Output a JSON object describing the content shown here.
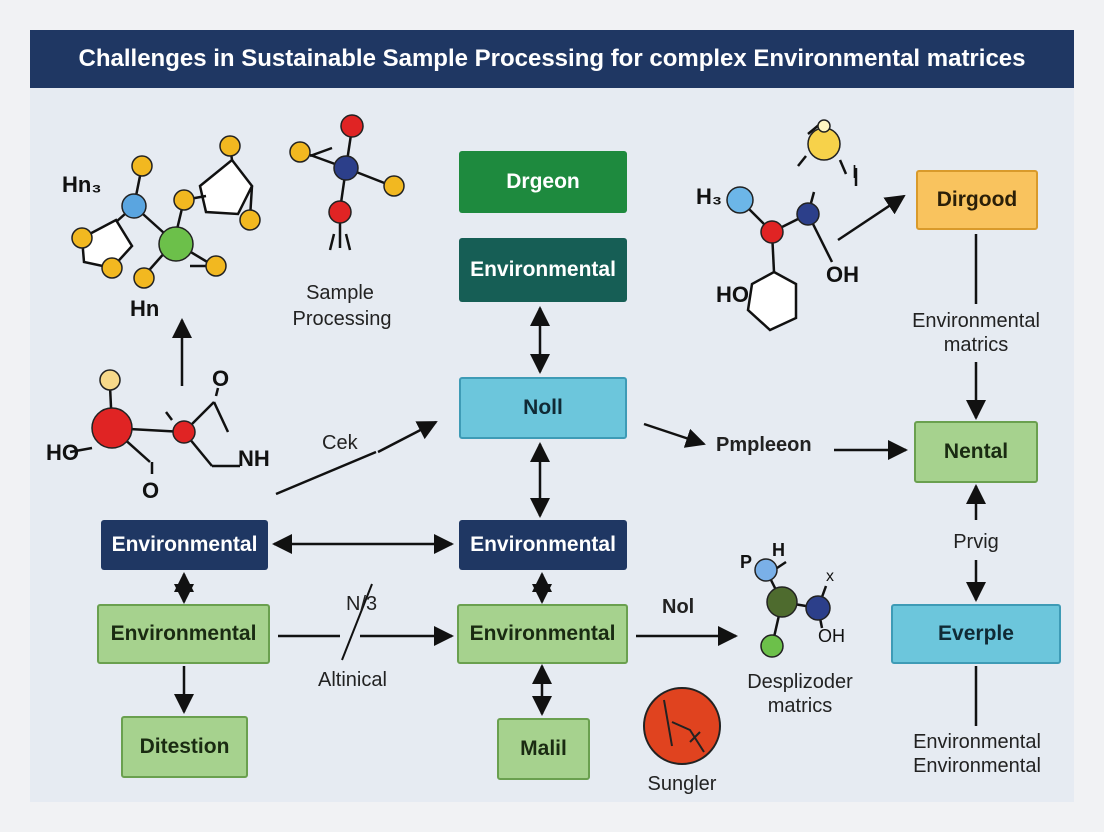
{
  "title": "Challenges in Sustainable Sample Processing for complex Environmental matrices",
  "colors": {
    "navy": "#1f3763",
    "green": "#1e8a3e",
    "teal": "#165e55",
    "light_green": "#a6d28e",
    "cyan": "#6cc6dc",
    "orange": "#f9c35e",
    "panel": "#e6ebf2"
  },
  "boxes": {
    "drgeon": "Drgeon",
    "environmental_top": "Environmental",
    "noll": "Noll",
    "environmental_center": "Environmental",
    "environmental_left": "Environmental",
    "environmental_left_green": "Environmental",
    "environmental_center_green": "Environmental",
    "ditestion": "Ditestion",
    "malil": "Malil",
    "dirgood": "Dirgood",
    "nental": "Nental",
    "everple": "Everple"
  },
  "labels": {
    "sample_processing_1": "Sample",
    "sample_processing_2": "Processing",
    "cek": "Cek",
    "pmpleeon": "Pmpleeon",
    "env_matrics_1": "Environmental",
    "env_matrics_2": "matrics",
    "prvig": "Prvig",
    "n3": "N/3",
    "altinical": "Altinical",
    "nol": "Nol",
    "desplizoder_1": "Desplizoder",
    "desplizoder_2": "matrics",
    "sungler": "Sungler",
    "env_env_1": "Environmental",
    "env_env_2": "Environmental"
  },
  "chem_labels": {
    "hn_top": "Hn₃",
    "hn_mid": "Hn",
    "ho_left": "HO",
    "o_top": "O",
    "o_bottom": "O",
    "nh": "NH",
    "h3": "H₃",
    "oh_right": "OH",
    "ho_right": "HO",
    "h_small": "H",
    "p_small": "P",
    "x_small": "x",
    "oh_small": "OH",
    "i_small": "I"
  }
}
